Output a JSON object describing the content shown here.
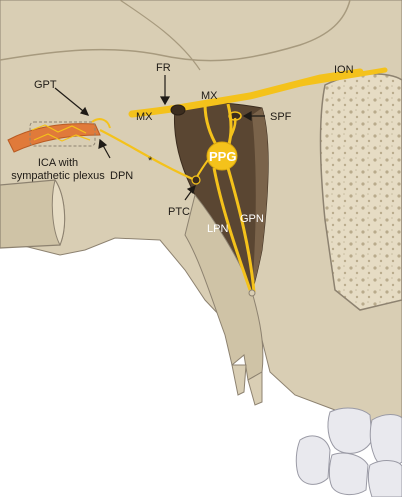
{
  "labels": {
    "gpt": "GPT",
    "fr": "FR",
    "ion": "ION",
    "mx_left": "MX",
    "mx_center": "MX",
    "spf": "SPF",
    "ppg": "PPG",
    "ica_line1": "ICA with",
    "ica_line2": "sympathetic plexus",
    "dpn": "DPN",
    "asterisk": "*",
    "ptc": "PTC",
    "lpn": "LPN",
    "gpn": "GPN"
  },
  "colors": {
    "bone": "#d9ceb4",
    "bone_shadow": "#bfb295",
    "bone_outline": "#8d8270",
    "cavity": "#5a4632",
    "nerve": "#f4c21b",
    "artery": "#e07a3a",
    "teeth": "#e9e9ee",
    "background": "#ffffff"
  }
}
